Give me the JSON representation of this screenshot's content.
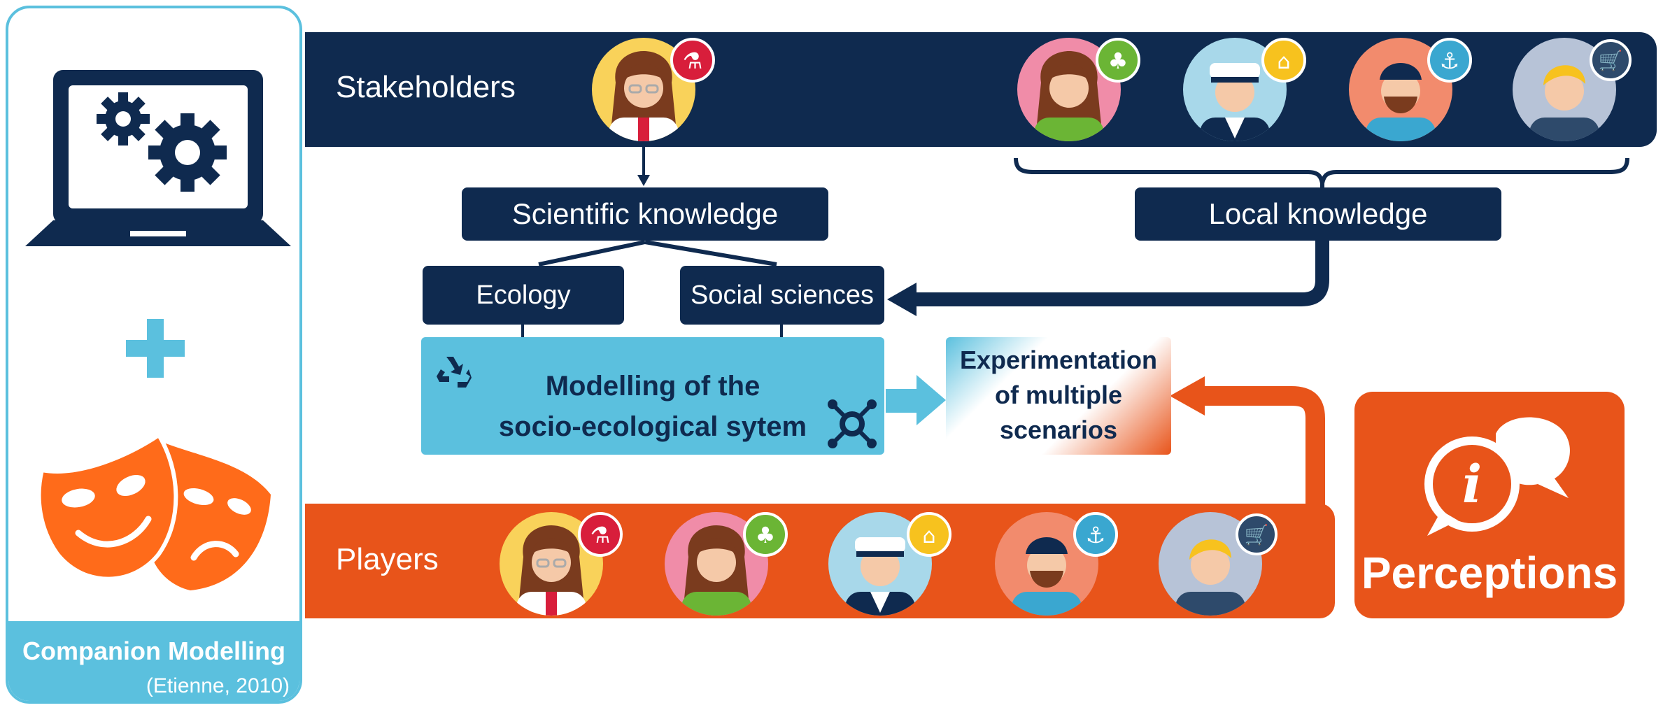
{
  "left_panel": {
    "title": "Companion Modelling",
    "citation": "(Etienne, 2010)",
    "icons": [
      "laptop-gears-icon",
      "plus-icon",
      "theatre-masks-icon"
    ],
    "colors": {
      "border": "#5bc0de",
      "accent": "#5bc0de",
      "masks": "#ff6b1a"
    }
  },
  "stakeholders_band": {
    "label": "Stakeholders",
    "members": [
      "scientist",
      "environmentalist",
      "port-authority",
      "fisher",
      "consumer"
    ],
    "color": "#0f2a4f"
  },
  "knowledge": {
    "scientific": "Scientific knowledge",
    "local": "Local knowledge",
    "ecology": "Ecology",
    "social_sciences": "Social sciences"
  },
  "modelling_box": {
    "line1": "Modelling of the",
    "line2": "socio-ecological sytem",
    "icons": [
      "recycle-icon",
      "network-icon"
    ],
    "color": "#5bc0de"
  },
  "experimentation_box": {
    "line1": "Experimentation",
    "line2": "of multiple",
    "line3": "scenarios"
  },
  "players_band": {
    "label": "Players",
    "members": [
      "scientist",
      "environmentalist",
      "port-authority",
      "fisher",
      "consumer"
    ],
    "color": "#e8541a"
  },
  "perceptions": {
    "label": "Perceptions",
    "icon": "info-speech-bubble-icon",
    "color": "#e8541a"
  }
}
